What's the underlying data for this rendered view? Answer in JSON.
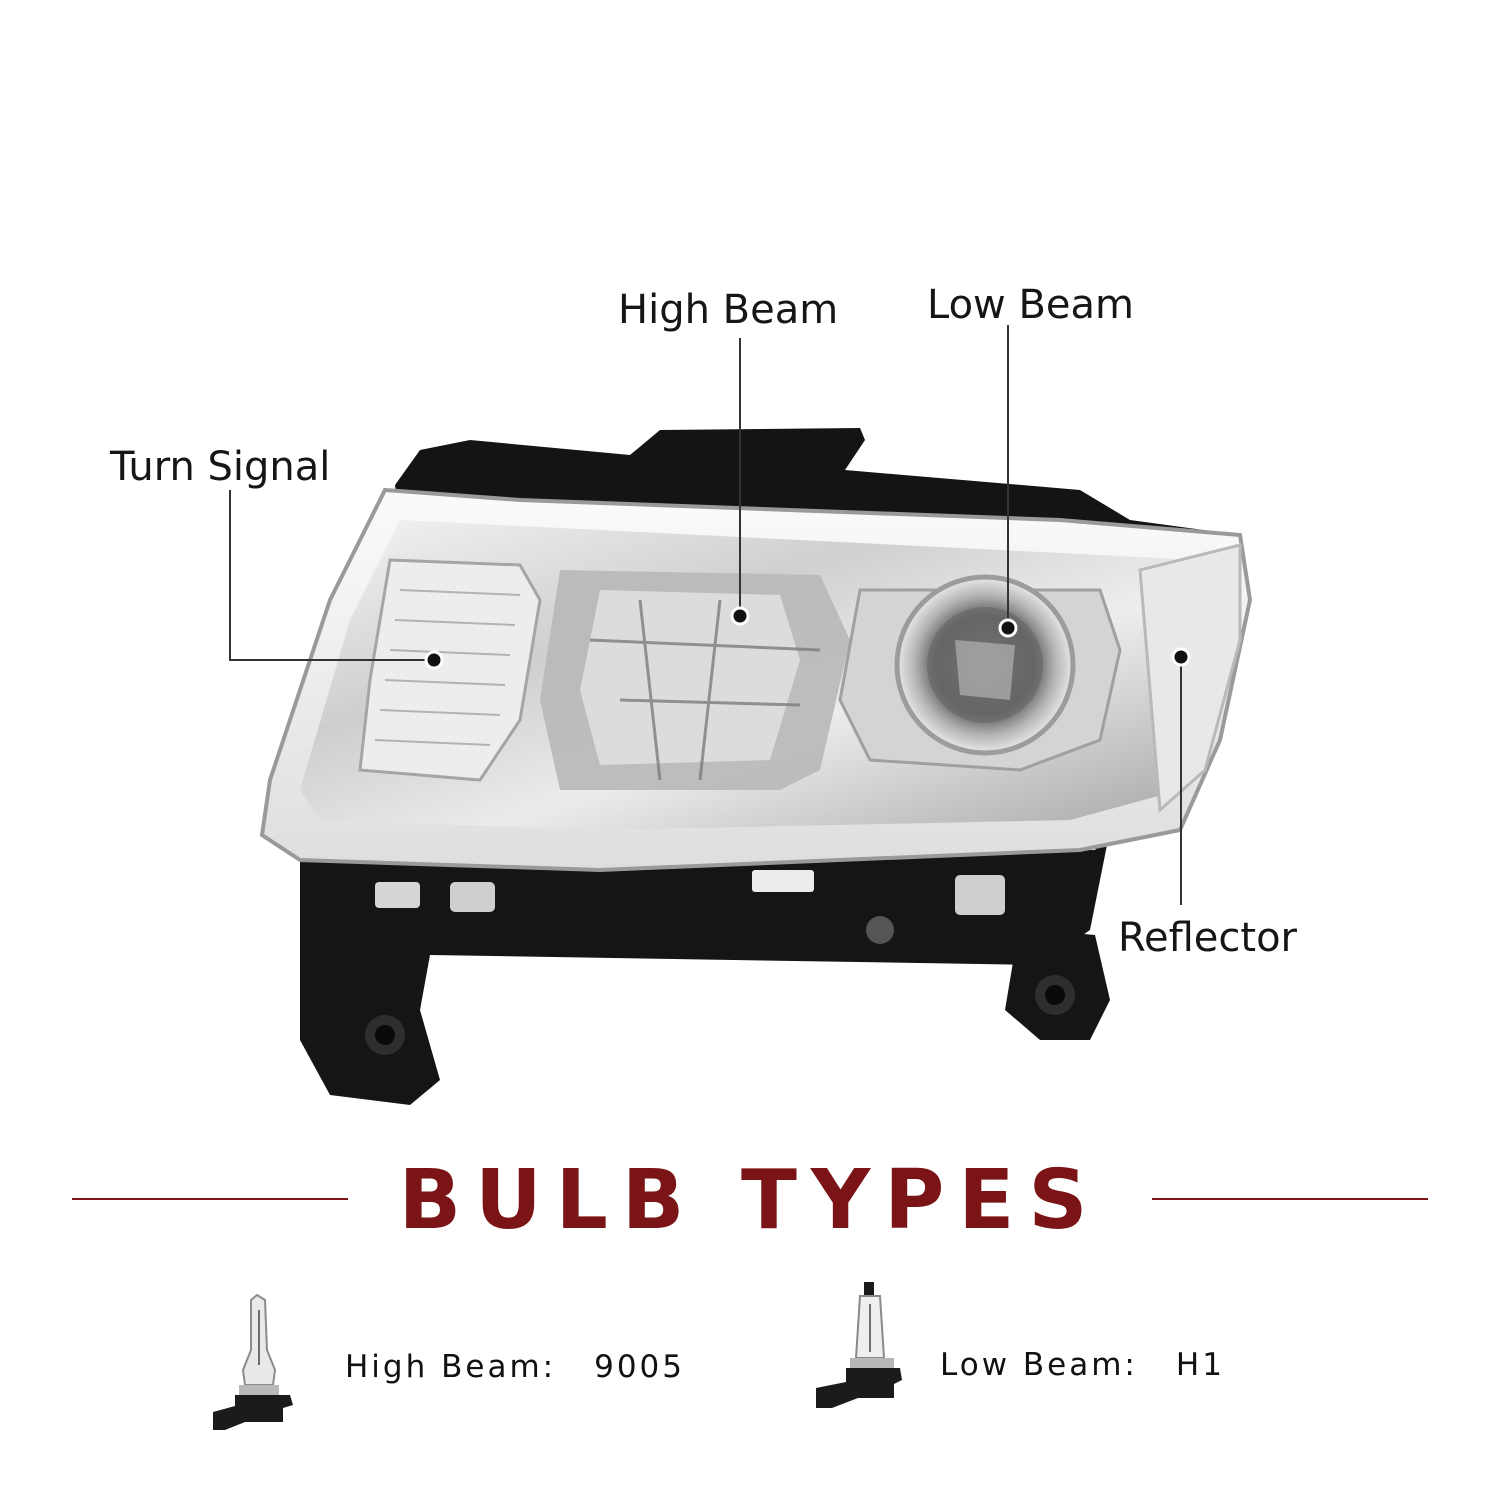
{
  "callouts": {
    "high_beam": "High Beam",
    "low_beam": "Low Beam",
    "turn_signal": "Turn Signal",
    "reflector": "Reflector"
  },
  "section": {
    "title": "BULB TYPES",
    "title_color": "#7b1416",
    "rule_color": "#7b1416"
  },
  "bulbs": [
    {
      "label": "High Beam:",
      "value": "9005",
      "icon": "bulb-9005-icon"
    },
    {
      "label": "Low Beam:",
      "value": "H1",
      "icon": "bulb-h1-icon"
    }
  ]
}
